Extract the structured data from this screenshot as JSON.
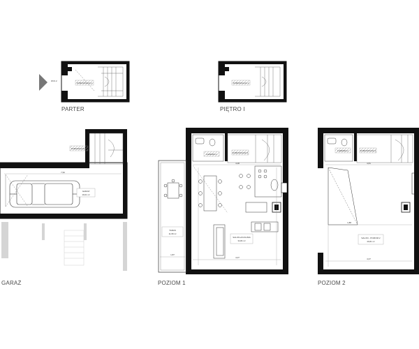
{
  "floor_labels": {
    "parter": "PARTER",
    "pietro": "PIĘTRO I",
    "garaz": "GARAŻ",
    "poziom1": "POZIOM 1",
    "poziom2": "POZIOM 2"
  },
  "entrance_label": "W.Kl.2",
  "rooms": {
    "parter_stair": "KOMUNIKACJA 1",
    "pietro_stair": "KOMUNIKACJA 1",
    "garaz_stair": "KOMUNIKACJA 2",
    "garaz_main": "GARAŻ",
    "p1_bath": "ŁAZIENKA 1",
    "p1_corridor": "KOMUNIKACJA 3",
    "p1_terrace": "TARAS",
    "p1_living": "SALON+KUCHNIA",
    "p2_bath": "ŁAZIENKA 2",
    "p2_corridor": "KOMUNIKACJA 4",
    "p2_living": "SALON - POZIOM 2"
  },
  "areas": {
    "garaz_main": "19,01 m²",
    "p1_terrace": "11,98 m²",
    "p1_living": "34,84 m²",
    "p2_living": "29,81 m²"
  },
  "dimensions": {
    "garaz_width": "7,52",
    "p1_top": "4,08",
    "p1_bottom": "4,07",
    "p1_terrace": "1,87",
    "p2_top": "4,81",
    "p2_bottom": "4,07",
    "p2_mid": "1,88"
  }
}
